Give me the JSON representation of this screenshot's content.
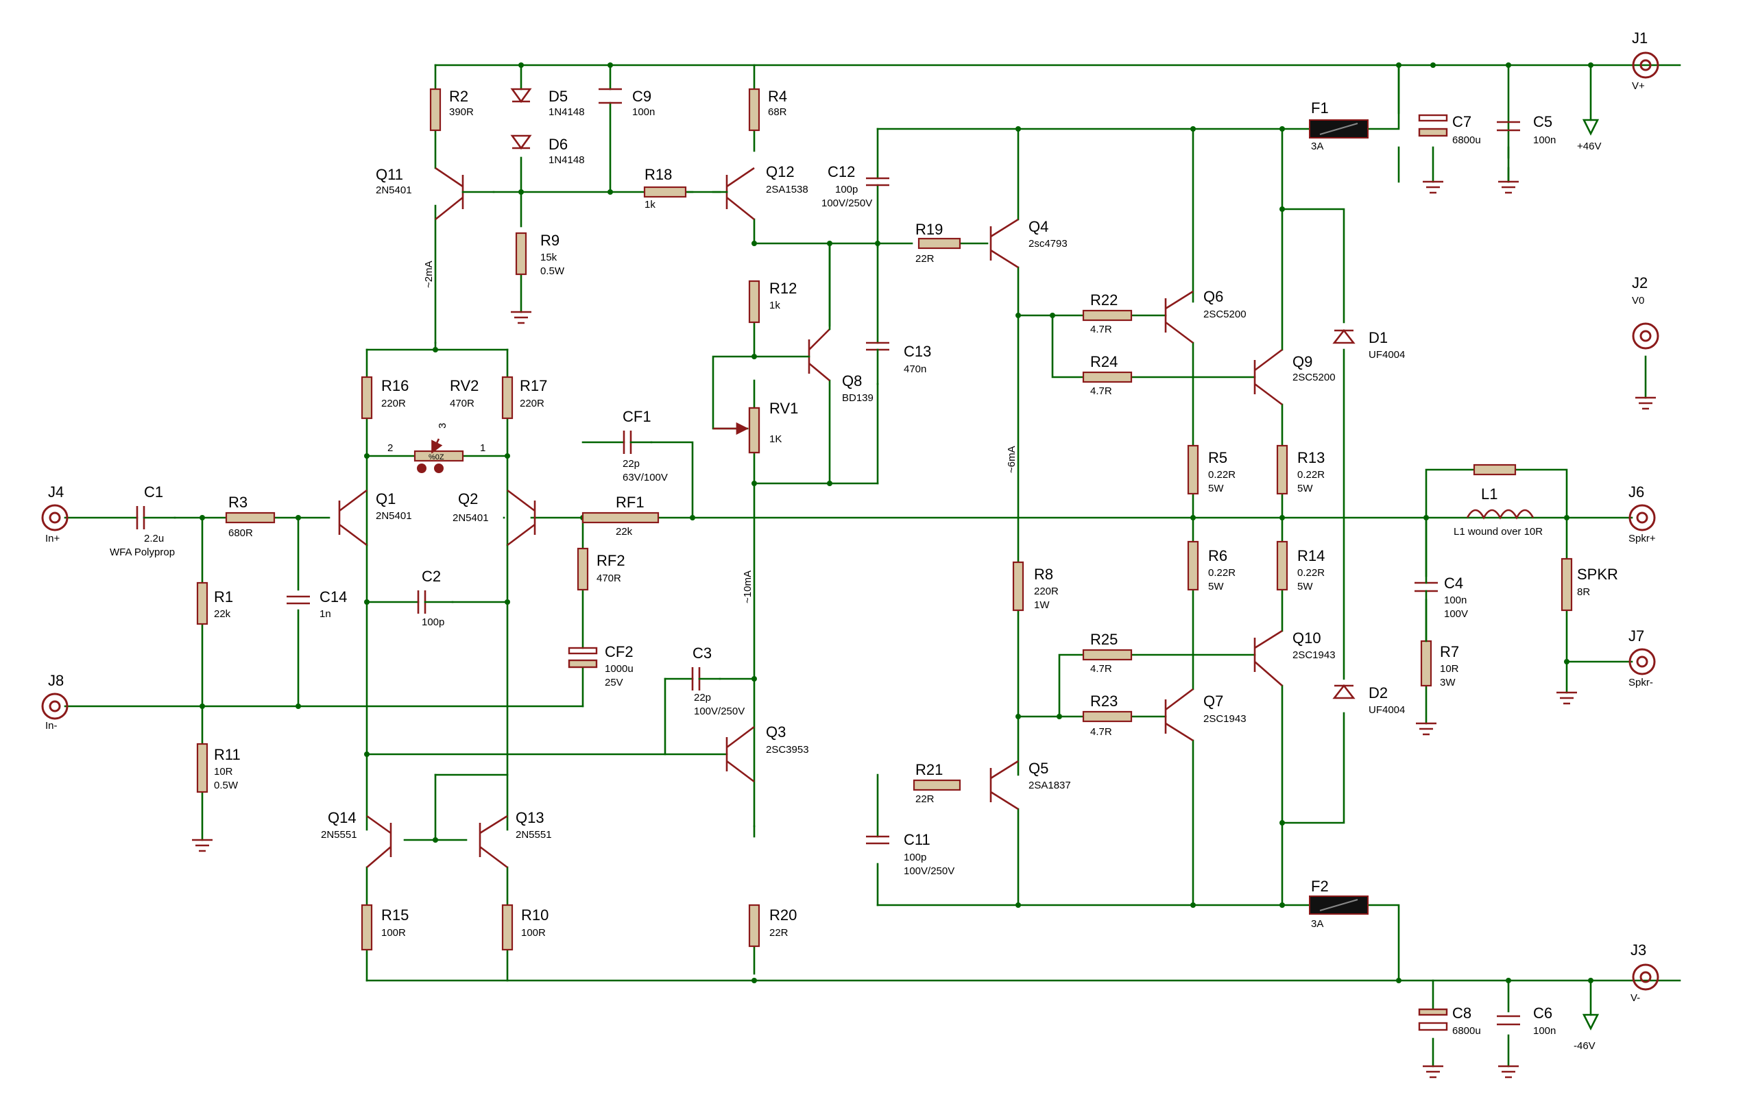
{
  "colors": {
    "wire": "#006400",
    "component": "#8b1a1a",
    "resistor_fill": "#d7c6a2",
    "text": "#000000",
    "background": "#ffffff"
  },
  "components": [
    {
      "ref": "R2",
      "value": "390R",
      "sub": ""
    },
    {
      "ref": "D5",
      "value": "1N4148",
      "sub": ""
    },
    {
      "ref": "C9",
      "value": "100n",
      "sub": ""
    },
    {
      "ref": "R4",
      "value": "68R",
      "sub": ""
    },
    {
      "ref": "D6",
      "value": "1N4148",
      "sub": ""
    },
    {
      "ref": "Q11",
      "value": "2N5401",
      "sub": ""
    },
    {
      "ref": "R18",
      "value": "1k",
      "sub": ""
    },
    {
      "ref": "Q12",
      "value": "2SA1538",
      "sub": ""
    },
    {
      "ref": "C12",
      "value": "100p",
      "sub": "100V/250V"
    },
    {
      "ref": "R9",
      "value": "15k",
      "sub": "0.5W"
    },
    {
      "ref": "R19",
      "value": "22R",
      "sub": ""
    },
    {
      "ref": "Q4",
      "value": "2sc4793",
      "sub": ""
    },
    {
      "ref": "F1",
      "value": "3A",
      "sub": ""
    },
    {
      "ref": "C7",
      "value": "6800u",
      "sub": ""
    },
    {
      "ref": "C5",
      "value": "100n",
      "sub": ""
    },
    {
      "ref": "R12",
      "value": "1k",
      "sub": ""
    },
    {
      "ref": "R22",
      "value": "4.7R",
      "sub": ""
    },
    {
      "ref": "Q6",
      "value": "2SC5200",
      "sub": ""
    },
    {
      "ref": "R16",
      "value": "220R",
      "sub": ""
    },
    {
      "ref": "RV2",
      "value": "470R",
      "sub": ""
    },
    {
      "ref": "R17",
      "value": "220R",
      "sub": ""
    },
    {
      "ref": "Q8",
      "value": "BD139",
      "sub": ""
    },
    {
      "ref": "C13",
      "value": "470n",
      "sub": ""
    },
    {
      "ref": "R24",
      "value": "4.7R",
      "sub": ""
    },
    {
      "ref": "Q9",
      "value": "2SC5200",
      "sub": ""
    },
    {
      "ref": "D1",
      "value": "UF4004",
      "sub": ""
    },
    {
      "ref": "RV1",
      "value": "1K",
      "sub": ""
    },
    {
      "ref": "CF1",
      "value": "22p",
      "sub": "63V/100V"
    },
    {
      "ref": "R5",
      "value": "0.22R",
      "sub": "5W"
    },
    {
      "ref": "R13",
      "value": "0.22R",
      "sub": "5W"
    },
    {
      "ref": "C1",
      "value": "2.2u",
      "sub": "WFA Polyprop"
    },
    {
      "ref": "R3",
      "value": "680R",
      "sub": ""
    },
    {
      "ref": "Q1",
      "value": "2N5401",
      "sub": ""
    },
    {
      "ref": "Q2",
      "value": "2N5401",
      "sub": ""
    },
    {
      "ref": "RF1",
      "value": "22k",
      "sub": ""
    },
    {
      "ref": "L1",
      "value": "L1 wound over 10R",
      "sub": ""
    },
    {
      "ref": "R1",
      "value": "22k",
      "sub": ""
    },
    {
      "ref": "C14",
      "value": "1n",
      "sub": ""
    },
    {
      "ref": "C2",
      "value": "100p",
      "sub": ""
    },
    {
      "ref": "RF2",
      "value": "470R",
      "sub": ""
    },
    {
      "ref": "R8",
      "value": "220R",
      "sub": "1W"
    },
    {
      "ref": "R6",
      "value": "0.22R",
      "sub": "5W"
    },
    {
      "ref": "R14",
      "value": "0.22R",
      "sub": "5W"
    },
    {
      "ref": "C4",
      "value": "100n",
      "sub": "100V"
    },
    {
      "ref": "SPKR",
      "value": "8R",
      "sub": ""
    },
    {
      "ref": "CF2",
      "value": "1000u",
      "sub": "25V"
    },
    {
      "ref": "C3",
      "value": "22p",
      "sub": "100V/250V"
    },
    {
      "ref": "R25",
      "value": "4.7R",
      "sub": ""
    },
    {
      "ref": "Q10",
      "value": "2SC1943",
      "sub": ""
    },
    {
      "ref": "R7",
      "value": "10R",
      "sub": "3W"
    },
    {
      "ref": "R23",
      "value": "4.7R",
      "sub": ""
    },
    {
      "ref": "Q7",
      "value": "2SC1943",
      "sub": ""
    },
    {
      "ref": "D2",
      "value": "UF4004",
      "sub": ""
    },
    {
      "ref": "R11",
      "value": "10R",
      "sub": "0.5W"
    },
    {
      "ref": "Q3",
      "value": "2SC3953",
      "sub": ""
    },
    {
      "ref": "R21",
      "value": "22R",
      "sub": ""
    },
    {
      "ref": "Q5",
      "value": "2SA1837",
      "sub": ""
    },
    {
      "ref": "Q14",
      "value": "2N5551",
      "sub": ""
    },
    {
      "ref": "Q13",
      "value": "2N5551",
      "sub": ""
    },
    {
      "ref": "C11",
      "value": "100p",
      "sub": "100V/250V"
    },
    {
      "ref": "R15",
      "value": "100R",
      "sub": ""
    },
    {
      "ref": "R10",
      "value": "100R",
      "sub": ""
    },
    {
      "ref": "R20",
      "value": "22R",
      "sub": ""
    },
    {
      "ref": "F2",
      "value": "3A",
      "sub": ""
    },
    {
      "ref": "C8",
      "value": "6800u",
      "sub": ""
    },
    {
      "ref": "C6",
      "value": "100n",
      "sub": ""
    }
  ],
  "connectors": [
    {
      "ref": "J1",
      "label": "V+"
    },
    {
      "ref": "J2",
      "label": "V0"
    },
    {
      "ref": "J3",
      "label": "V-"
    },
    {
      "ref": "J4",
      "label": "In+"
    },
    {
      "ref": "J6",
      "label": "Spkr+"
    },
    {
      "ref": "J7",
      "label": "Spkr-"
    },
    {
      "ref": "J8",
      "label": "In-"
    }
  ],
  "rails": {
    "positive": "+46V",
    "negative": "-46V"
  },
  "annotations": [
    "~2mA",
    "~10mA",
    "~6mA",
    "2",
    "3",
    "1",
    "%0Z"
  ]
}
